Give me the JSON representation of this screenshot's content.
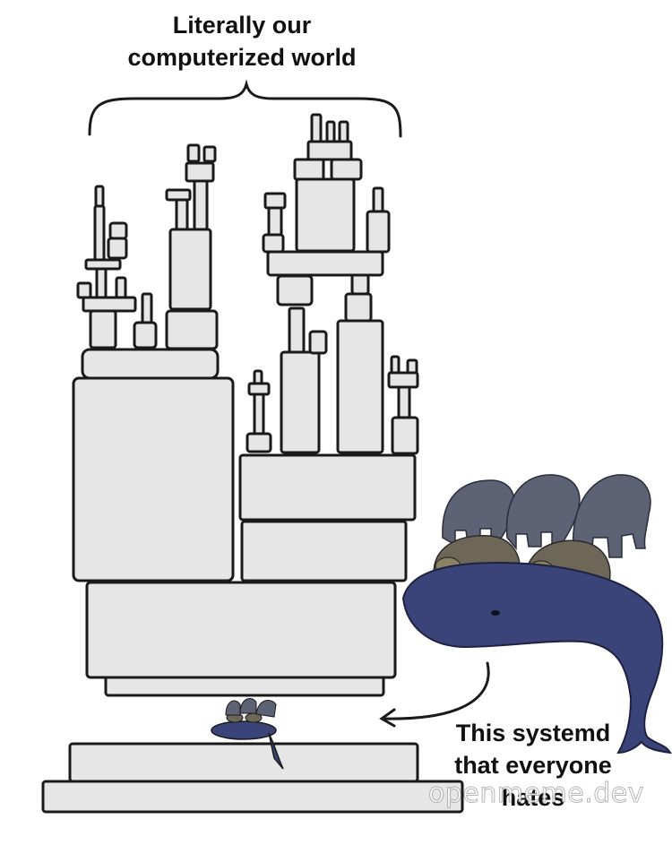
{
  "top_caption": {
    "line1": "Literally our",
    "line2": "computerized world"
  },
  "bottom_caption": {
    "line1": "This systemd",
    "line2": "that everyone",
    "line3": "hates"
  },
  "watermark": "openmeme.dev",
  "colors": {
    "block_fill": "#e6e6e6",
    "outline": "#1a1a1a",
    "whale": "#3b4478",
    "turtle": "#6e6656",
    "elephant": "#5d6275"
  }
}
